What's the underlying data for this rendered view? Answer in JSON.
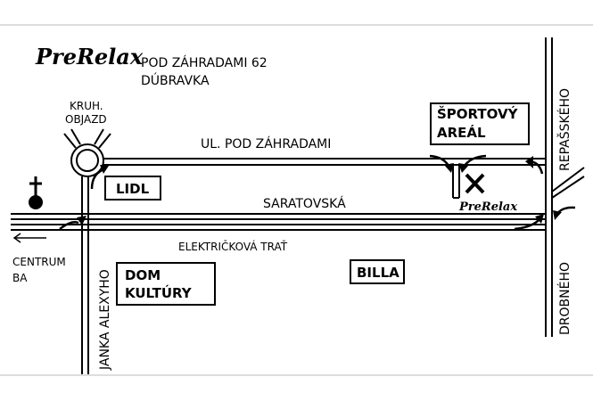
{
  "brand": "PreRelax",
  "address": {
    "street": "POD ZÁHRADAMI 62",
    "district": "DÚBRAVKA"
  },
  "roundabout": {
    "line1": "KRUH.",
    "line2": "OBJAZD"
  },
  "streets": {
    "pod_zahradami": "UL. POD ZÁHRADAMI",
    "saratovska": "SARATOVSKÁ",
    "tram": "ELEKTRIČKOVÁ TRAŤ",
    "janka_alexyho": "JANKA ALEXYHO",
    "repasskeho": "REPAŠSKÉHO",
    "drobneho": "DROBNÉHO"
  },
  "places": {
    "lidl": "LIDL",
    "dom_kultury_1": "DOM",
    "dom_kultury_2": "KULTÚRY",
    "billa": "BILLA",
    "sportovy_1": "ŠPORTOVÝ",
    "sportovy_2": "AREÁL"
  },
  "centrum": {
    "line1": "CENTRUM",
    "line2": "BA"
  },
  "marker_brand": "PreRelax",
  "icons": [
    "cross-icon",
    "x-marker-icon",
    "left-arrow-icon",
    "turn-arrow-icon"
  ]
}
